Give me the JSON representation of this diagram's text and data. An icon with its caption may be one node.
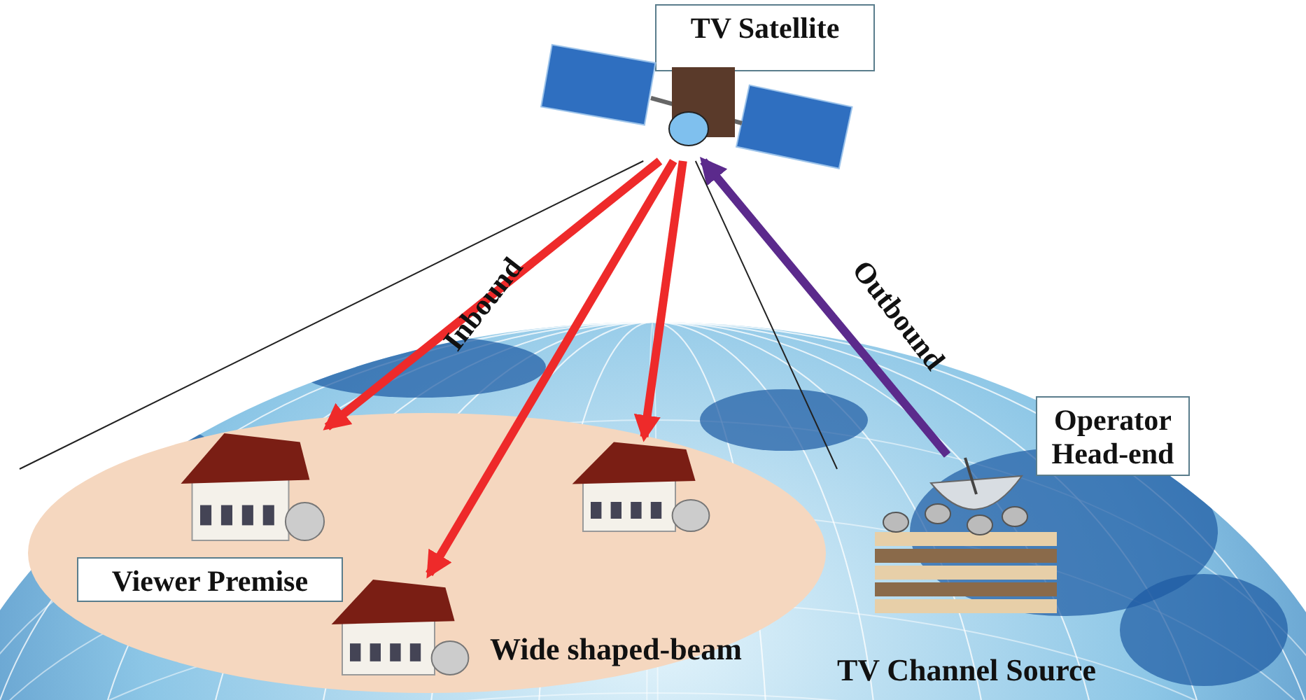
{
  "diagram": {
    "nodes": [
      {
        "text": [
          "TV Satellite"
        ]
      },
      {
        "text": [],
        "shape": "picture"
      },
      {
        "text": [
          "Wide shaped-beam"
        ]
      },
      {
        "text": [
          "Viewer Premise"
        ],
        "in": 2
      },
      {
        "text": [],
        "shape": "picture",
        "in": 2
      },
      {
        "text": [],
        "shape": "picture",
        "in": 2
      },
      {
        "text": [],
        "shape": "picture",
        "in": 2
      },
      {
        "text": [
          "Operator Head-end"
        ]
      },
      {
        "text": [],
        "shape": "picture"
      },
      {
        "text": [],
        "shape": "picture"
      },
      {
        "text": [
          "TV Channel Source"
        ]
      }
    ],
    "edges": [
      {
        "from": 1,
        "to": 4,
        "arrow": "to",
        "label": "Inbound"
      },
      {
        "from": 1,
        "to": 6,
        "arrow": "to"
      },
      {
        "from": 1,
        "to": 5,
        "arrow": "to"
      },
      {
        "from": 8,
        "to": 1,
        "arrow": "to",
        "label": "Outbound",
        "color": "#5b2a8c"
      },
      {
        "from": 1,
        "to": null,
        "arrow": "none",
        "color": "#222222"
      },
      {
        "from": 1,
        "to": null,
        "arrow": "none",
        "color": "#222222"
      }
    ]
  }
}
